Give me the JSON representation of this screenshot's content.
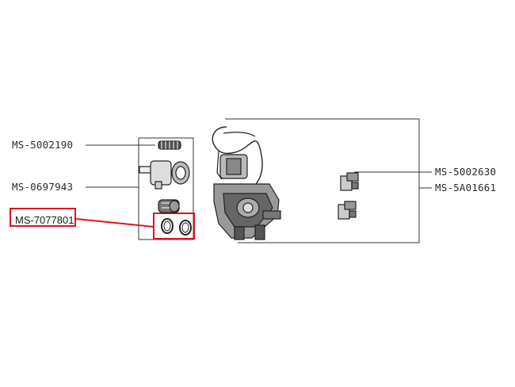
{
  "labels": {
    "part_1": "MS-5002190",
    "part_2": "MS-0697943",
    "part_3_highlighted": "MS-7077801",
    "part_4": "MS-5002630",
    "part_5": "MS-5A01661"
  },
  "colors": {
    "highlight": "#e0141e",
    "line": "#333333"
  }
}
